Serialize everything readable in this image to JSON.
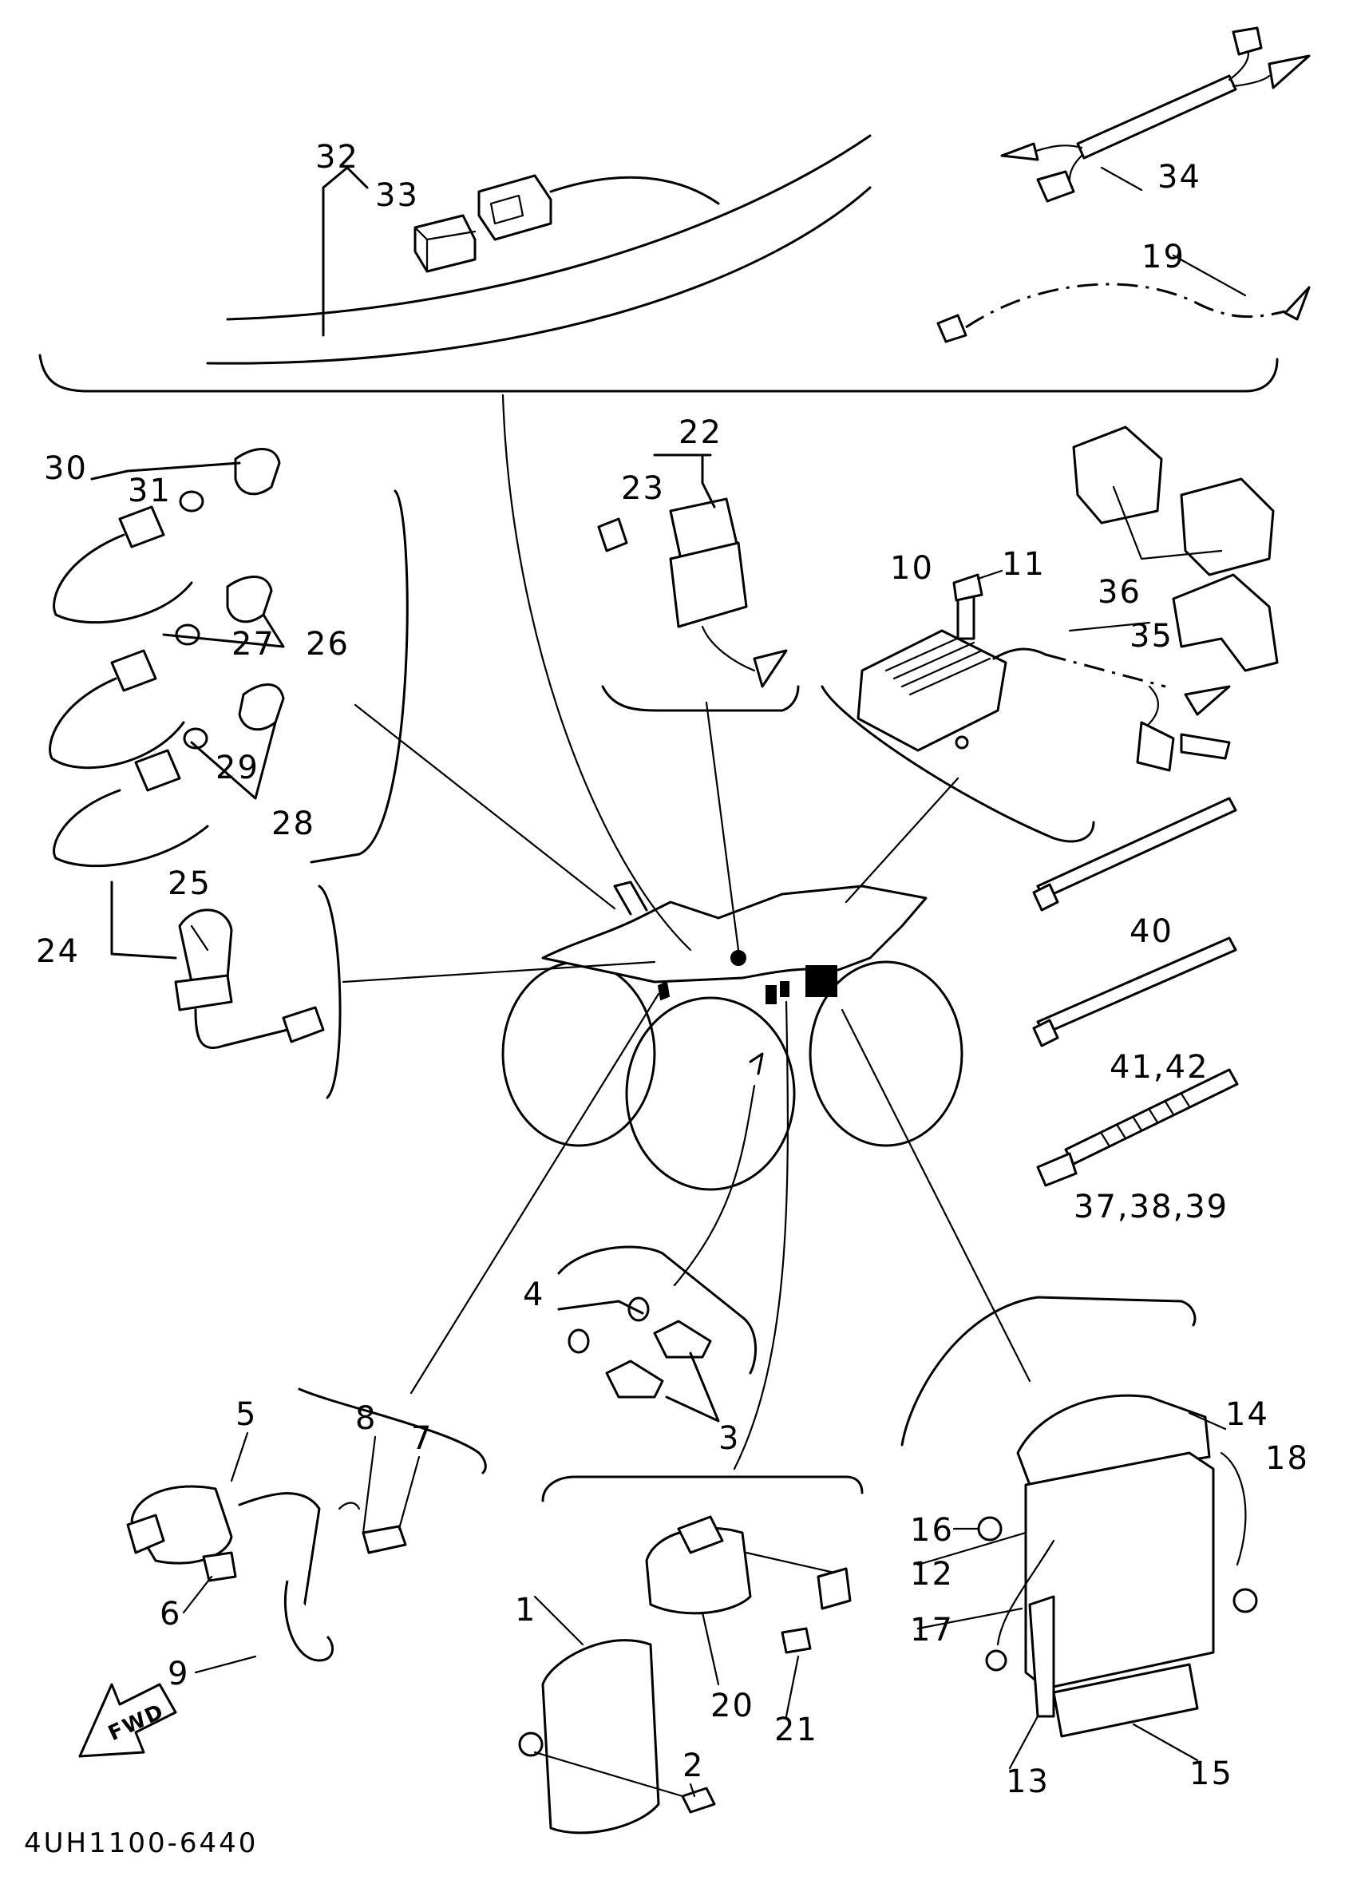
{
  "diagram": {
    "code": "4UH1100-6440",
    "fwd_label": "FWD",
    "callouts": {
      "c1": "1",
      "c2": "2",
      "c3": "3",
      "c4": "4",
      "c5": "5",
      "c6": "6",
      "c7": "7",
      "c8": "8",
      "c9": "9",
      "c10": "10",
      "c11": "11",
      "c12": "12",
      "c13": "13",
      "c14": "14",
      "c15": "15",
      "c16": "16",
      "c17": "17",
      "c18": "18",
      "c19": "19",
      "c20": "20",
      "c21": "21",
      "c22": "22",
      "c23": "23",
      "c24": "24",
      "c25": "25",
      "c26": "26",
      "c27": "27",
      "c28": "28",
      "c29": "29",
      "c30": "30",
      "c31": "31",
      "c32": "32",
      "c33": "33",
      "c34": "34",
      "c35": "35",
      "c36": "36",
      "c37_39": "37,38,39",
      "c40": "40",
      "c41_42": "41,42"
    }
  }
}
